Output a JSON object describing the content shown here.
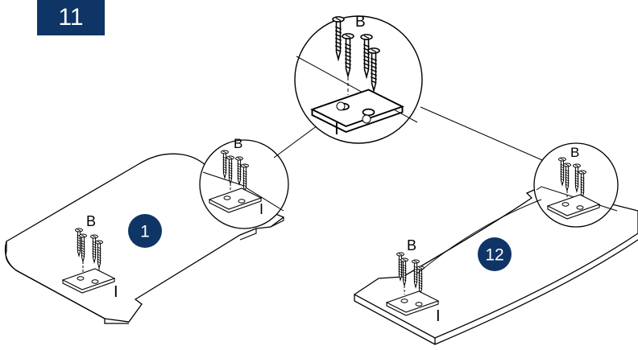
{
  "step_number": "11",
  "accent_color": "#0f3466",
  "labels": {
    "screw": "B",
    "bracket": "I"
  },
  "panels": {
    "left": {
      "part_number": "1"
    },
    "right": {
      "part_number": "12"
    }
  }
}
